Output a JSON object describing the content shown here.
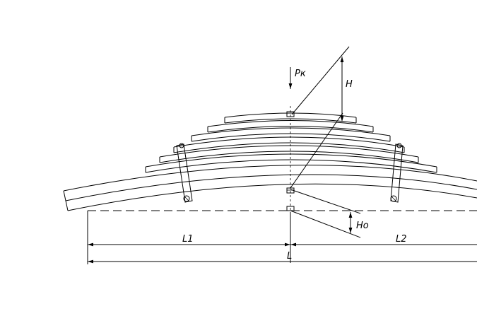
{
  "labels": {
    "force": "Pк",
    "height_loaded": "H",
    "height_free": "Ho",
    "length_left": "L1",
    "length_right": "L2",
    "length_total": "L"
  }
}
